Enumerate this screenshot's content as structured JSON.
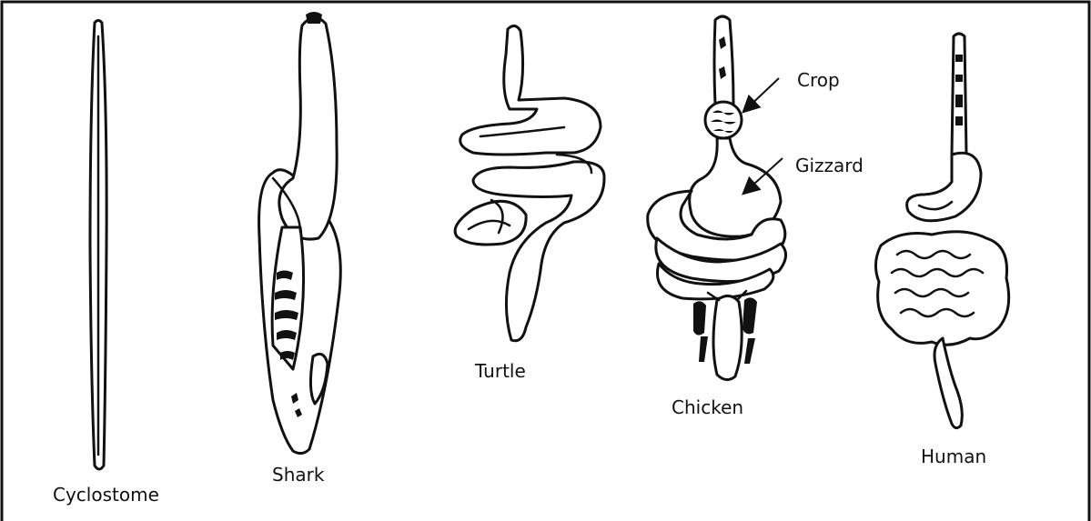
{
  "figure": {
    "specimens": [
      {
        "id": "cyclostome",
        "label": "Cyclostome"
      },
      {
        "id": "shark",
        "label": "Shark"
      },
      {
        "id": "turtle",
        "label": "Turtle"
      },
      {
        "id": "chicken",
        "label": "Chicken"
      },
      {
        "id": "human",
        "label": "Human"
      }
    ],
    "callouts": {
      "crop": "Crop",
      "gizzard": "Gizzard"
    }
  }
}
